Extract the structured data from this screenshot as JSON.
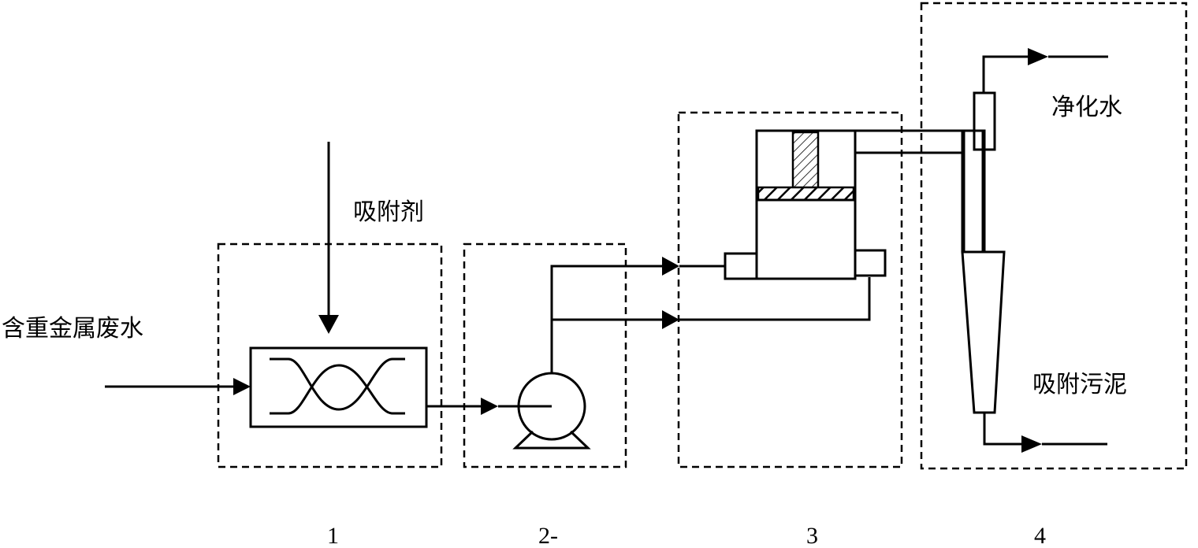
{
  "labels": {
    "wastewater": "含重金属废水",
    "adsorbent": "吸附剂",
    "purified_water": "净化水",
    "sludge": "吸附污泥"
  },
  "units": [
    {
      "number": "1"
    },
    {
      "number": "2-"
    },
    {
      "number": "3"
    },
    {
      "number": "4"
    }
  ]
}
